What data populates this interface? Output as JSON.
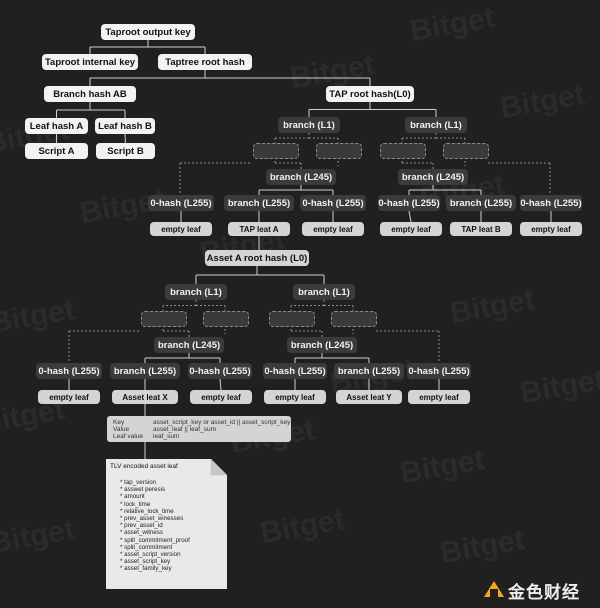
{
  "watermark": "Bitget",
  "top": {
    "output_key": "Taproot output key",
    "internal_key": "Taproot internal key",
    "taptree_root": "Taptree root hash",
    "branch_ab": "Branch hash AB",
    "leaf_a": "Leaf hash A",
    "leaf_b": "Leaf hash B",
    "script_a": "Script A",
    "script_b": "Script B",
    "tap_root": "TAP root hash(L0)"
  },
  "tap_tree": {
    "branch_l1": "branch (L1)",
    "branch_l245": "branch (L245)",
    "branch_l255": "branch (L255)",
    "zero_hash": "0-hash (L255)",
    "empty_leaf": "empty leaf",
    "tap_leaf_a": "TAP leat A",
    "tap_leaf_b": "TAP leat B"
  },
  "asset_tree": {
    "root": "Asset A root hash (L0)",
    "branch_l1": "branch (L1)",
    "branch_l245": "branch (L245)",
    "branch_l255": "branch (L255)",
    "zero_hash": "0-hash (L255)",
    "empty_leaf": "empty leaf",
    "leaf_x": "Asset leat X",
    "leaf_y": "Asset leat Y"
  },
  "kv": {
    "rows": [
      {
        "key": "Key",
        "value": "asset_script_key or asset_id || asset_script_key"
      },
      {
        "key": "Value",
        "value": "asset_leaf || leaf_sum"
      },
      {
        "key": "Leaf value",
        "value": "leaf_sum"
      }
    ]
  },
  "tlv": {
    "title": "TLV encoded asset leaf",
    "fields": [
      "* tap_version",
      "* asswet peresis",
      "* amount",
      "* lock_time",
      "* relative_lock_time",
      "* prev_asset_winesses",
      "* prev_asset_id",
      "* asset_witness",
      "* split_commitment_proof",
      "* split_commitment",
      "* asset_script_version",
      "* asset_script_key",
      "* asset_family_key"
    ]
  },
  "logo": {
    "text": "金色财经"
  }
}
